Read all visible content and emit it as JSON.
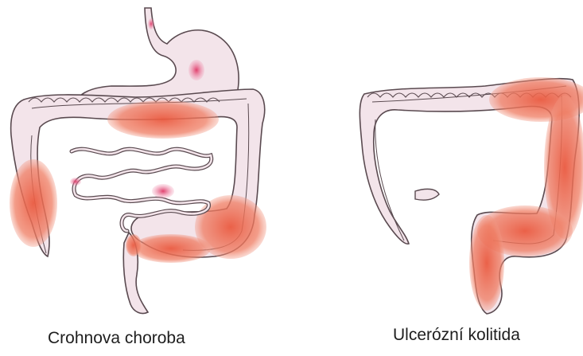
{
  "panels": [
    {
      "caption": "Crohnova choroba",
      "diagram": "crohns-disease",
      "inflammation_pattern": "patchy, segmental (skip lesions) across stomach, small intestine and colon"
    },
    {
      "caption": "Ulcerózní kolitida",
      "diagram": "ulcerative-colitis",
      "inflammation_pattern": "continuous, colon and rectum"
    }
  ],
  "colors": {
    "tissue": "#f3e4ea",
    "outline": "#5a4a50",
    "inflamed": "#eb6a50",
    "spot": "#e5507a",
    "caption_text": "#1e1e1e"
  }
}
